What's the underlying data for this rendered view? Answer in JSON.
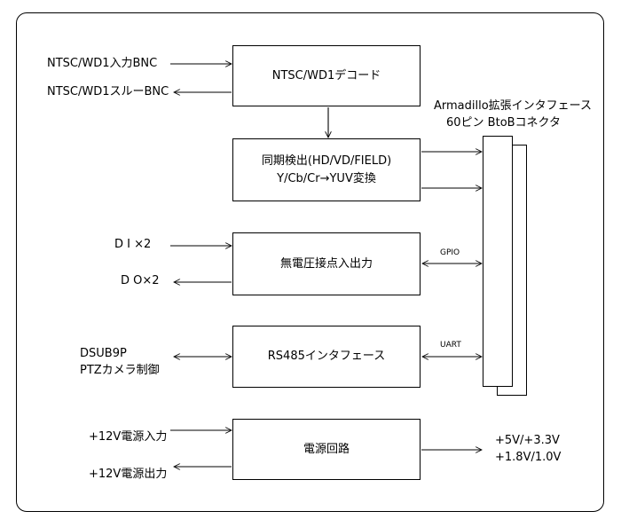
{
  "blocks": {
    "decoder": "NTSC/WD1デコード",
    "sync_line1": "同期検出(HD/VD/FIELD)",
    "sync_line2": "Y/Cb/Cr→YUV変換",
    "io": "無電圧接点入出力",
    "rs485": "RS485インタフェース",
    "power": "電源回路"
  },
  "connector": {
    "line1": "Armadillo拡張インタフェース",
    "line2": "60ピン BtoBコネクタ"
  },
  "inputs": {
    "ntsc_in": "NTSC/WD1入力BNC",
    "ntsc_thru": "NTSC/WD1スルーBNC",
    "di": "D I ×2",
    "do": "D O×2",
    "dsub_line1": "DSUB9P",
    "dsub_line2": "PTZカメラ制御",
    "pwr_in": "+12V電源入力",
    "pwr_out": "+12V電源出力"
  },
  "signals": {
    "gpio": "GPIO",
    "uart": "UART"
  },
  "outputs": {
    "rail1": "+5V/+3.3V",
    "rail2": "+1.8V/1.0V"
  }
}
